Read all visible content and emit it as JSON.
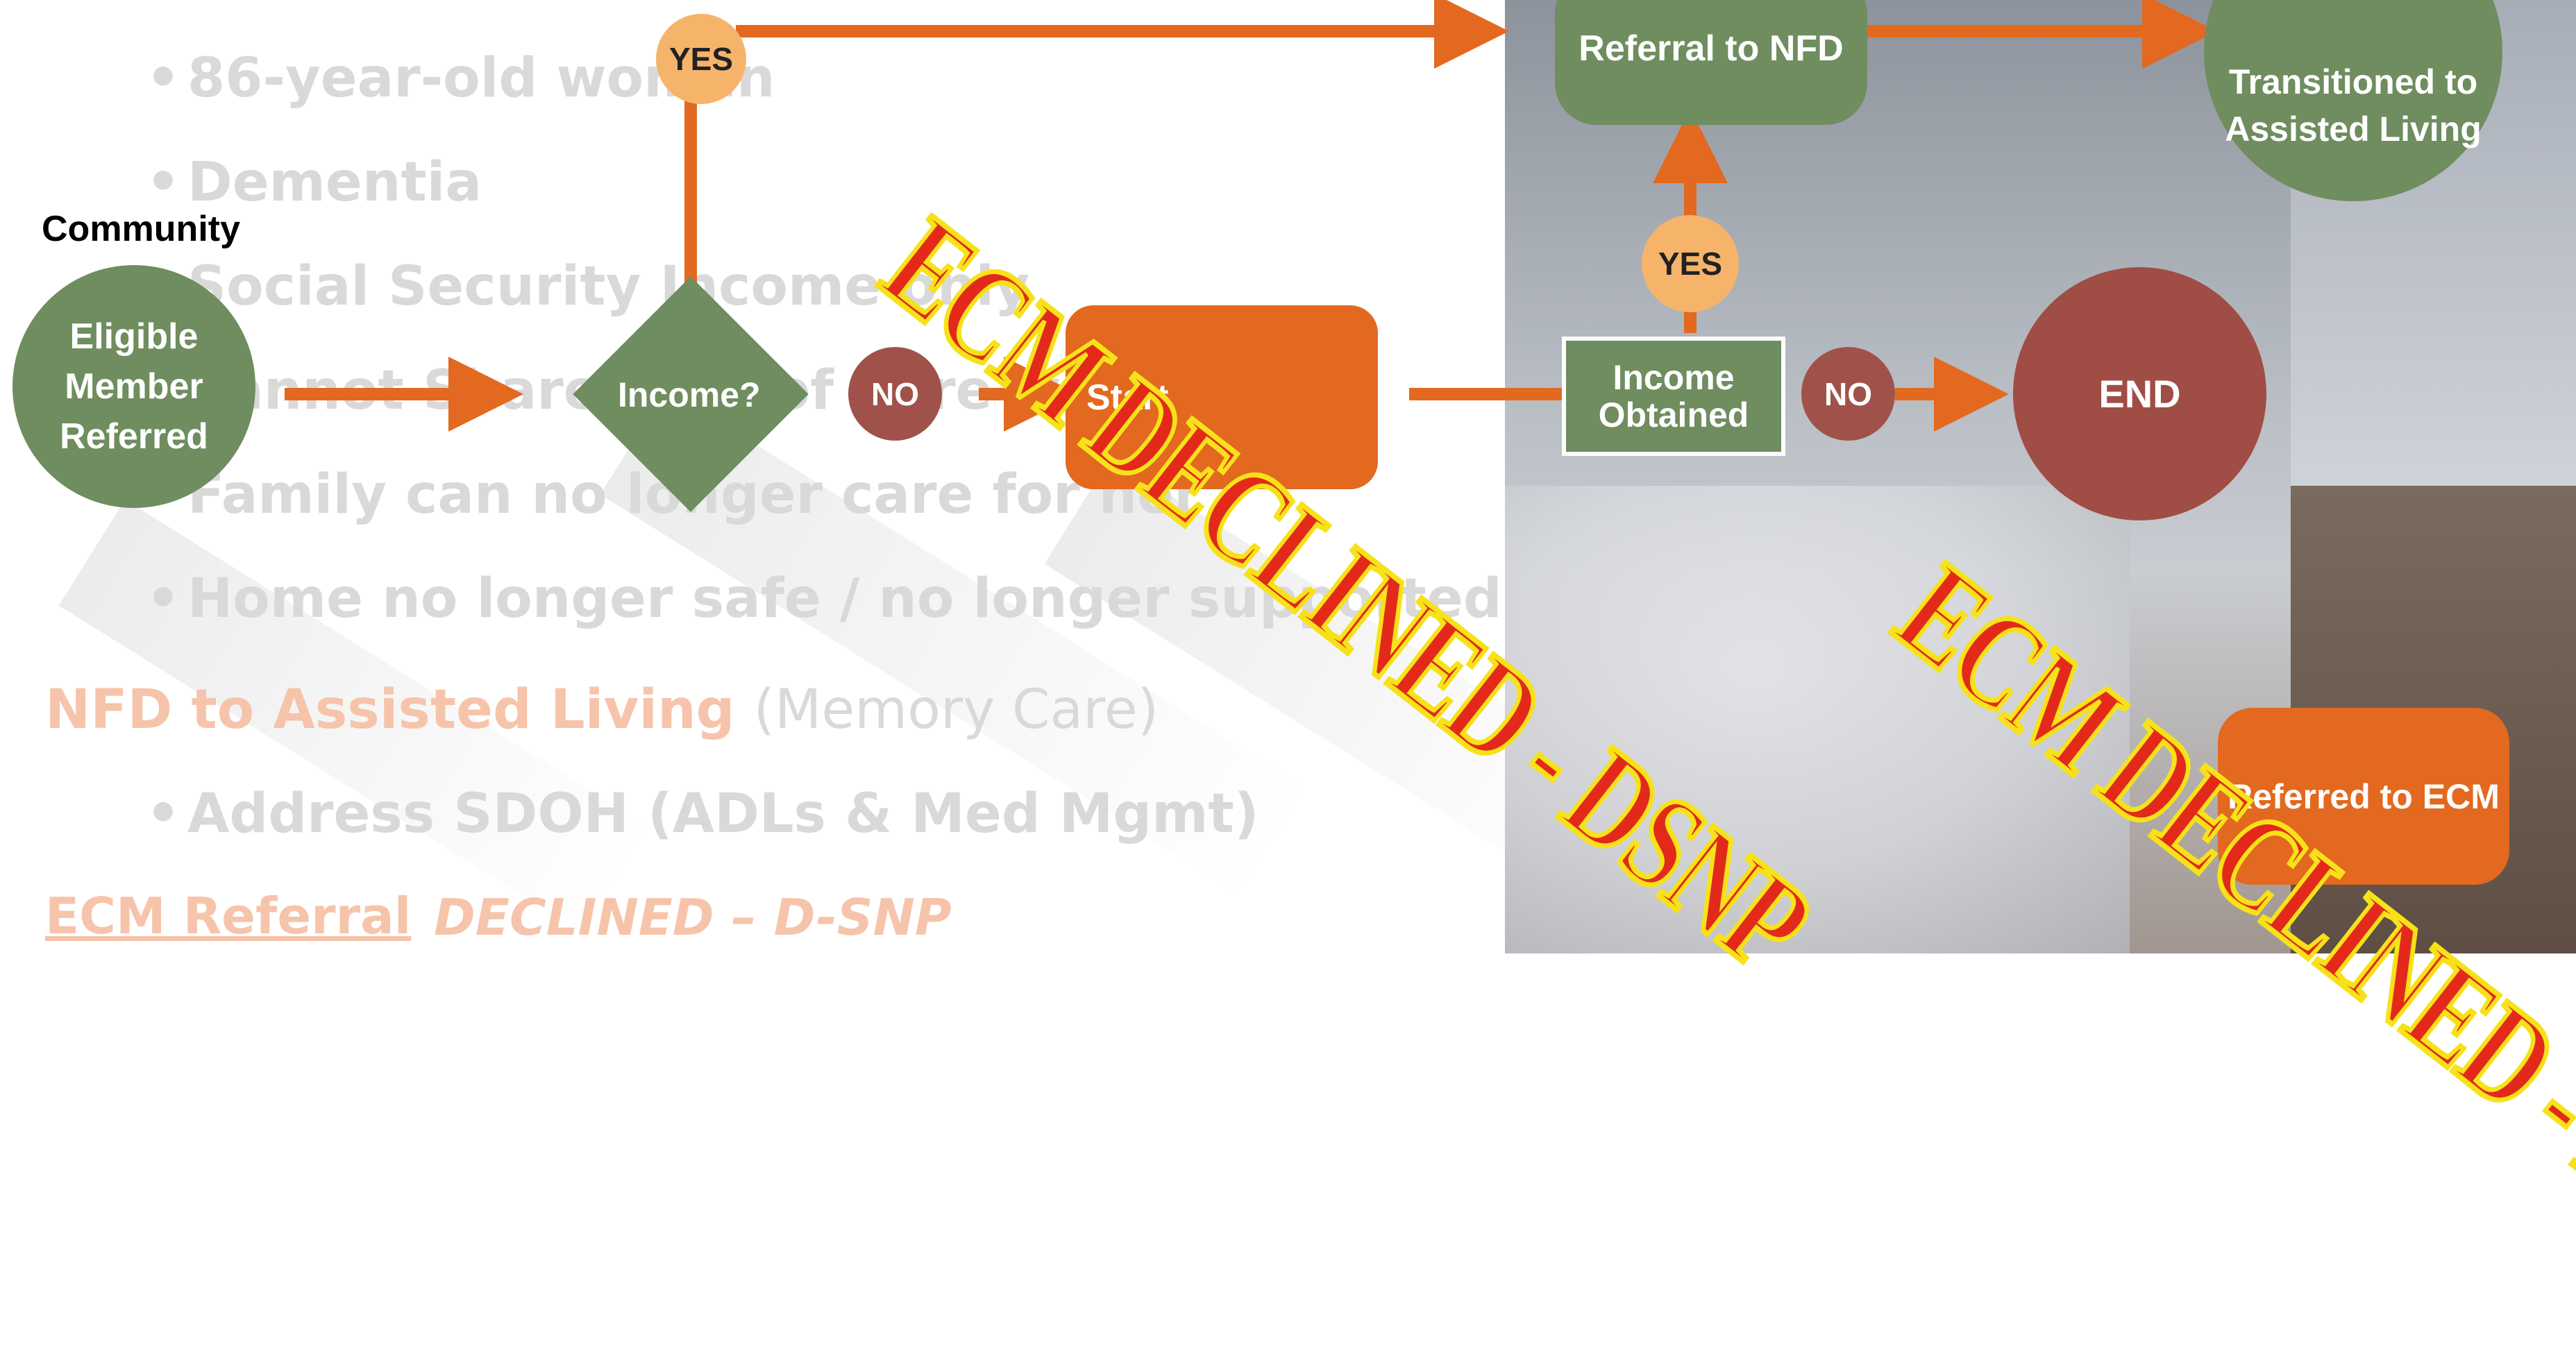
{
  "slide": {
    "bullets": [
      "86-year-old woman",
      "Dementia",
      "Social Security Income only",
      "Cannot Share Cost of Care with...",
      "Family can no longer care for her",
      "Home no longer safe / no longer supported"
    ],
    "nfd_heading": {
      "bold": "NFD to Assisted Living",
      "normal": "(Memory Care)"
    },
    "sub_bullet": "Address SDOH (ADLs & Med Mgmt)",
    "ecm_referral": "ECM Referral",
    "declined_text": "DECLINED – D-SNP"
  },
  "flowchart": {
    "community_label": "Community",
    "eligible_member": "Eligible Member Referred",
    "income_decision": "Income?",
    "yes_label": "YES",
    "no_label": "NO",
    "start_node": "Start",
    "referral_nfd": "Referral to NFD",
    "transitioned": "Transitioned to Assisted Living",
    "income_obtained": "Income Obtained",
    "end_node": "END",
    "referred_ecm": "Referred to ECM"
  },
  "stamps": {
    "stamp_text": "ECM DECLINED - DSNP"
  },
  "colors": {
    "green": "#6f8d5f",
    "red": "#9f4d45",
    "orange": "#e2691f",
    "badge_yes": "#f6b46b",
    "stamp_red": "#e32a1a",
    "stamp_yellow": "#f7e21a"
  }
}
